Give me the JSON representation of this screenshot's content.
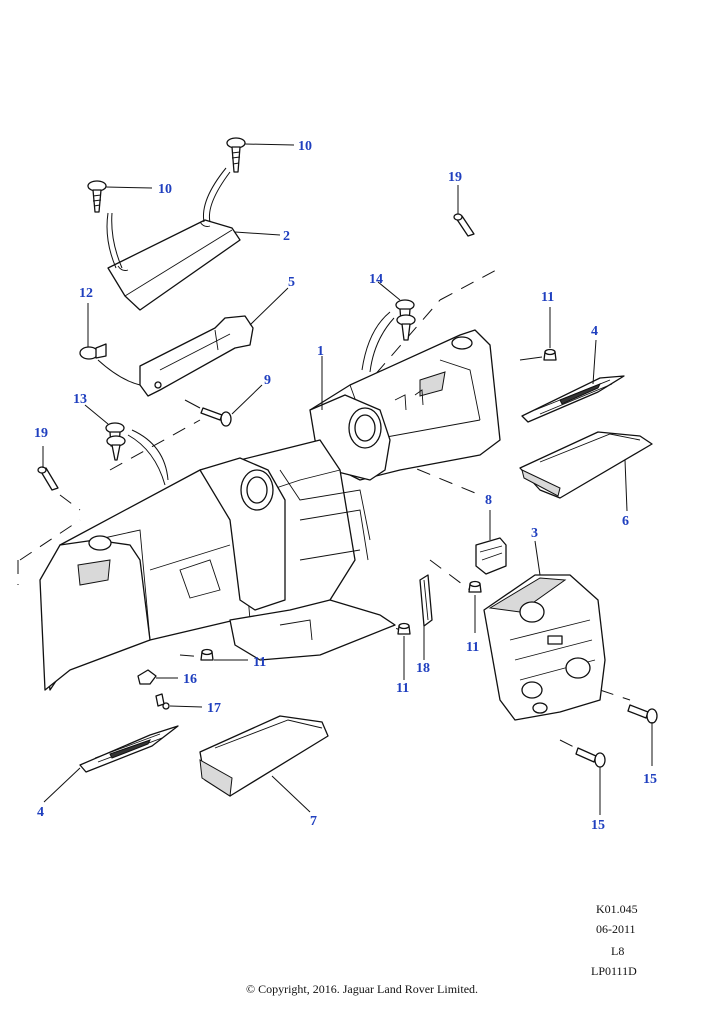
{
  "callouts": [
    {
      "id": "c10a",
      "label": "10"
    },
    {
      "id": "c10b",
      "label": "10"
    },
    {
      "id": "c2",
      "label": "2"
    },
    {
      "id": "c19a",
      "label": "19"
    },
    {
      "id": "c5",
      "label": "5"
    },
    {
      "id": "c12",
      "label": "12"
    },
    {
      "id": "c14",
      "label": "14"
    },
    {
      "id": "c11a",
      "label": "11"
    },
    {
      "id": "c1",
      "label": "1"
    },
    {
      "id": "c4a",
      "label": "4"
    },
    {
      "id": "c9",
      "label": "9"
    },
    {
      "id": "c13",
      "label": "13"
    },
    {
      "id": "c19b",
      "label": "19"
    },
    {
      "id": "c6",
      "label": "6"
    },
    {
      "id": "c8",
      "label": "8"
    },
    {
      "id": "c3",
      "label": "3"
    },
    {
      "id": "c11b",
      "label": "11"
    },
    {
      "id": "c18",
      "label": "18"
    },
    {
      "id": "c11c",
      "label": "11"
    },
    {
      "id": "c11d",
      "label": "11"
    },
    {
      "id": "c16",
      "label": "16"
    },
    {
      "id": "c17",
      "label": "17"
    },
    {
      "id": "c15a",
      "label": "15"
    },
    {
      "id": "c4b",
      "label": "4"
    },
    {
      "id": "c7",
      "label": "7"
    },
    {
      "id": "c15b",
      "label": "15"
    }
  ],
  "reference": {
    "code": "K01.045",
    "date": "06-2011",
    "model": "L8",
    "diagram_id": "LP0111D"
  },
  "copyright": "© Copyright, 2016. Jaguar Land Rover Limited."
}
